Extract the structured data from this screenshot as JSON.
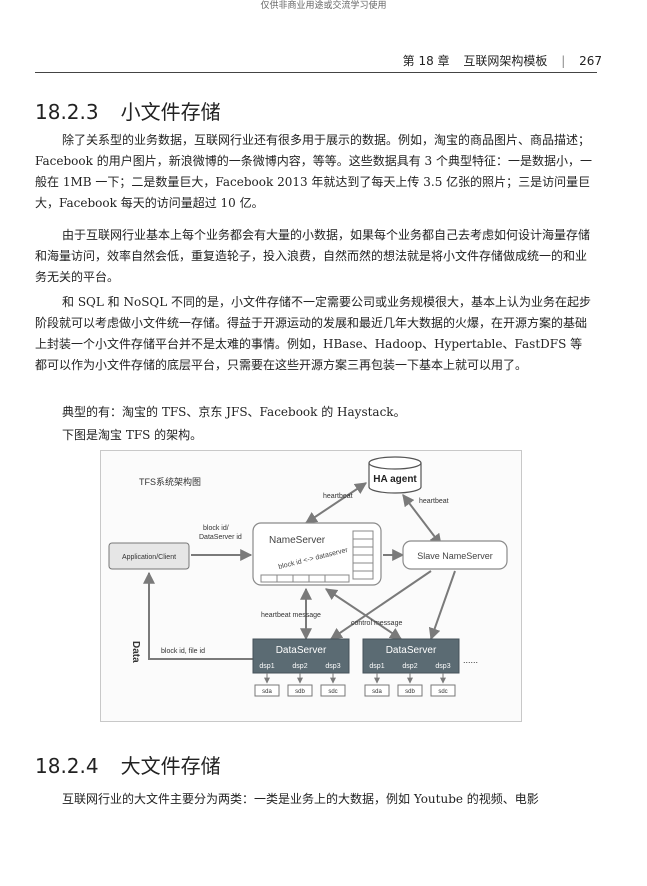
{
  "watermark": "仅供非商业用途或交流学习使用",
  "header": {
    "chapter": "第 18 章",
    "chapter_title": "互联网架构模板",
    "page_number": "267"
  },
  "section_1": {
    "number": "18.2.3",
    "title": "小文件存储",
    "paragraphs": [
      "除了关系型的业务数据，互联网行业还有很多用于展示的数据。例如，淘宝的商品图片、商品描述；Facebook 的用户图片，新浪微博的一条微博内容，等等。这些数据具有 3 个典型特征：一是数据小，一般在 1MB 一下；二是数量巨大，Facebook 2013 年就达到了每天上传 3.5 亿张的照片；三是访问量巨大，Facebook 每天的访问量超过 10 亿。",
      "由于互联网行业基本上每个业务都会有大量的小数据，如果每个业务都自己去考虑如何设计海量存储和海量访问，效率自然会低，重复造轮子，投入浪费，自然而然的想法就是将小文件存储做成统一的和业务无关的平台。",
      "和 SQL 和 NoSQL 不同的是，小文件存储不一定需要公司或业务规模很大，基本上认为业务在起步阶段就可以考虑做小文件统一存储。得益于开源运动的发展和最近几年大数据的火爆，在开源方案的基础上封装一个小文件存储平台并不是太难的事情。例如，HBase、Hadoop、Hypertable、FastDFS 等都可以作为小文件存储的底层平台，只需要在这些开源方案三再包装一下基本上就可以用了。",
      "典型的有：淘宝的 TFS、京东 JFS、Facebook 的 Haystack。",
      "下图是淘宝 TFS 的架构。"
    ]
  },
  "figure": {
    "title": "TFS系统架构图",
    "ha_agent": "HA agent",
    "heartbeat_left": "heartbeat",
    "heartbeat_right": "heartbeat",
    "client": "Application/Client",
    "block_label_1": "block id/",
    "block_label_2": "DataServer id",
    "nameserver": "NameServer",
    "block_map": "block id <-> dataserver",
    "slave": "Slave NameServer",
    "hb_message": "heartbeat message",
    "control_message": "control message",
    "data_label": "Data",
    "block_file": "block id, file id",
    "dataserver": "DataServer",
    "dsp": [
      "dsp1",
      "dsp2",
      "dsp3"
    ],
    "disks": [
      "sda",
      "sdb",
      "sdc"
    ],
    "ellipsis": "......"
  },
  "section_2": {
    "number": "18.2.4",
    "title": "大文件存储",
    "paragraphs": [
      "互联网行业的大文件主要分为两类：一类是业务上的大数据，例如 Youtube 的视频、电影"
    ]
  },
  "colors": {
    "client_fill": "#e6e6e6",
    "dataserver_fill": "#5b6b73",
    "nameserver_stroke": "#8a8a8a",
    "arrow": "#7a7a7a"
  }
}
